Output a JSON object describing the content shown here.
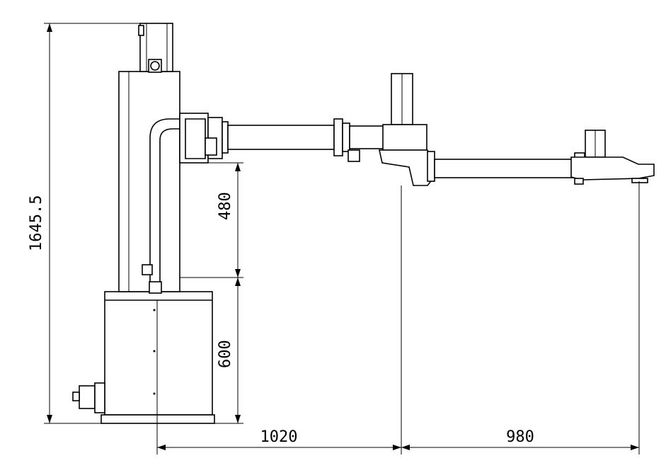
{
  "dimensions": {
    "overall_height": "1645.5",
    "upper_stroke": "480",
    "column_height": "600",
    "arm1_reach": "1020",
    "arm2_reach": "980"
  },
  "colors": {
    "line": "#000000",
    "background": "#ffffff"
  }
}
